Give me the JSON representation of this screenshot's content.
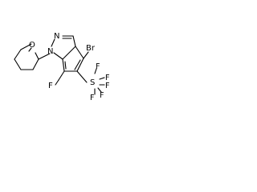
{
  "molecule": {
    "atoms": {
      "n2": "N",
      "n1": "N",
      "br": "Br",
      "f7": "F",
      "o": "O",
      "s": "S",
      "sf_top": "F",
      "sf_right_upper": "F",
      "sf_right_lower_a": "F",
      "sf_right_lower_b": "F",
      "sf_bottom": "F"
    }
  }
}
